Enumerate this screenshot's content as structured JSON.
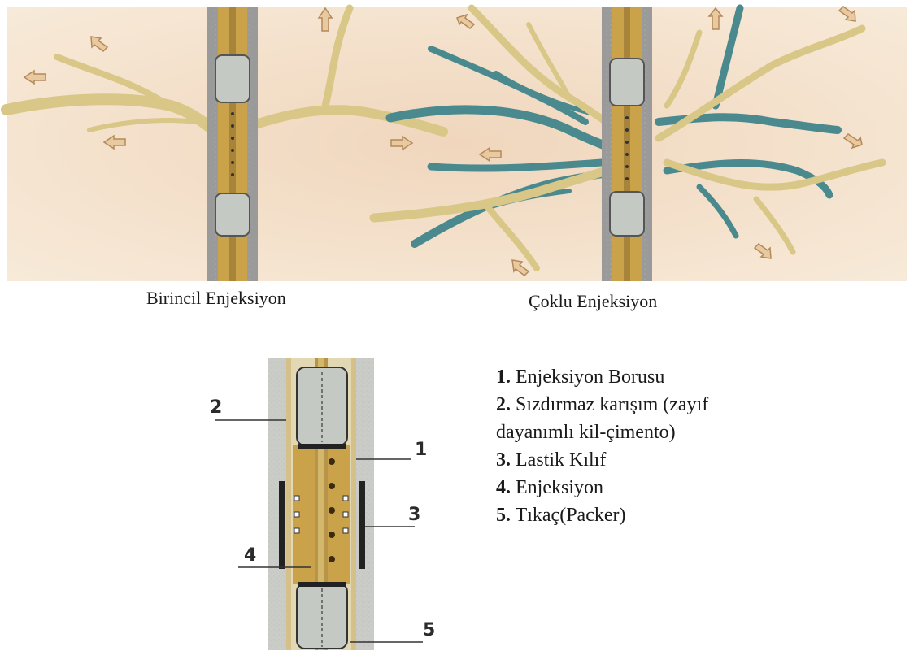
{
  "captions": {
    "primary": "Birincil Enjeksiyon",
    "multiple": "Çoklu Enjeksiyon"
  },
  "callouts": [
    "1",
    "2",
    "3",
    "4",
    "5"
  ],
  "legend": [
    {
      "num": "1.",
      "text": "Enjeksiyon Borusu"
    },
    {
      "num": "2.",
      "text": "Sızdırmaz karışım (zayıf dayanımlı kil-çimento)"
    },
    {
      "num": "3.",
      "text": "Lastik Kılıf"
    },
    {
      "num": "4.",
      "text": "Enjeksiyon"
    },
    {
      "num": "5.",
      "text": "Tıkaç(Packer)"
    }
  ],
  "colors": {
    "ground": "#f3e2c8",
    "fracture_primary": "#d8c786",
    "fracture_secondary": "#4a8a8f",
    "casing": "#8d8d8d",
    "grout": "#c9a24a",
    "packer": "#c5c9c3"
  }
}
